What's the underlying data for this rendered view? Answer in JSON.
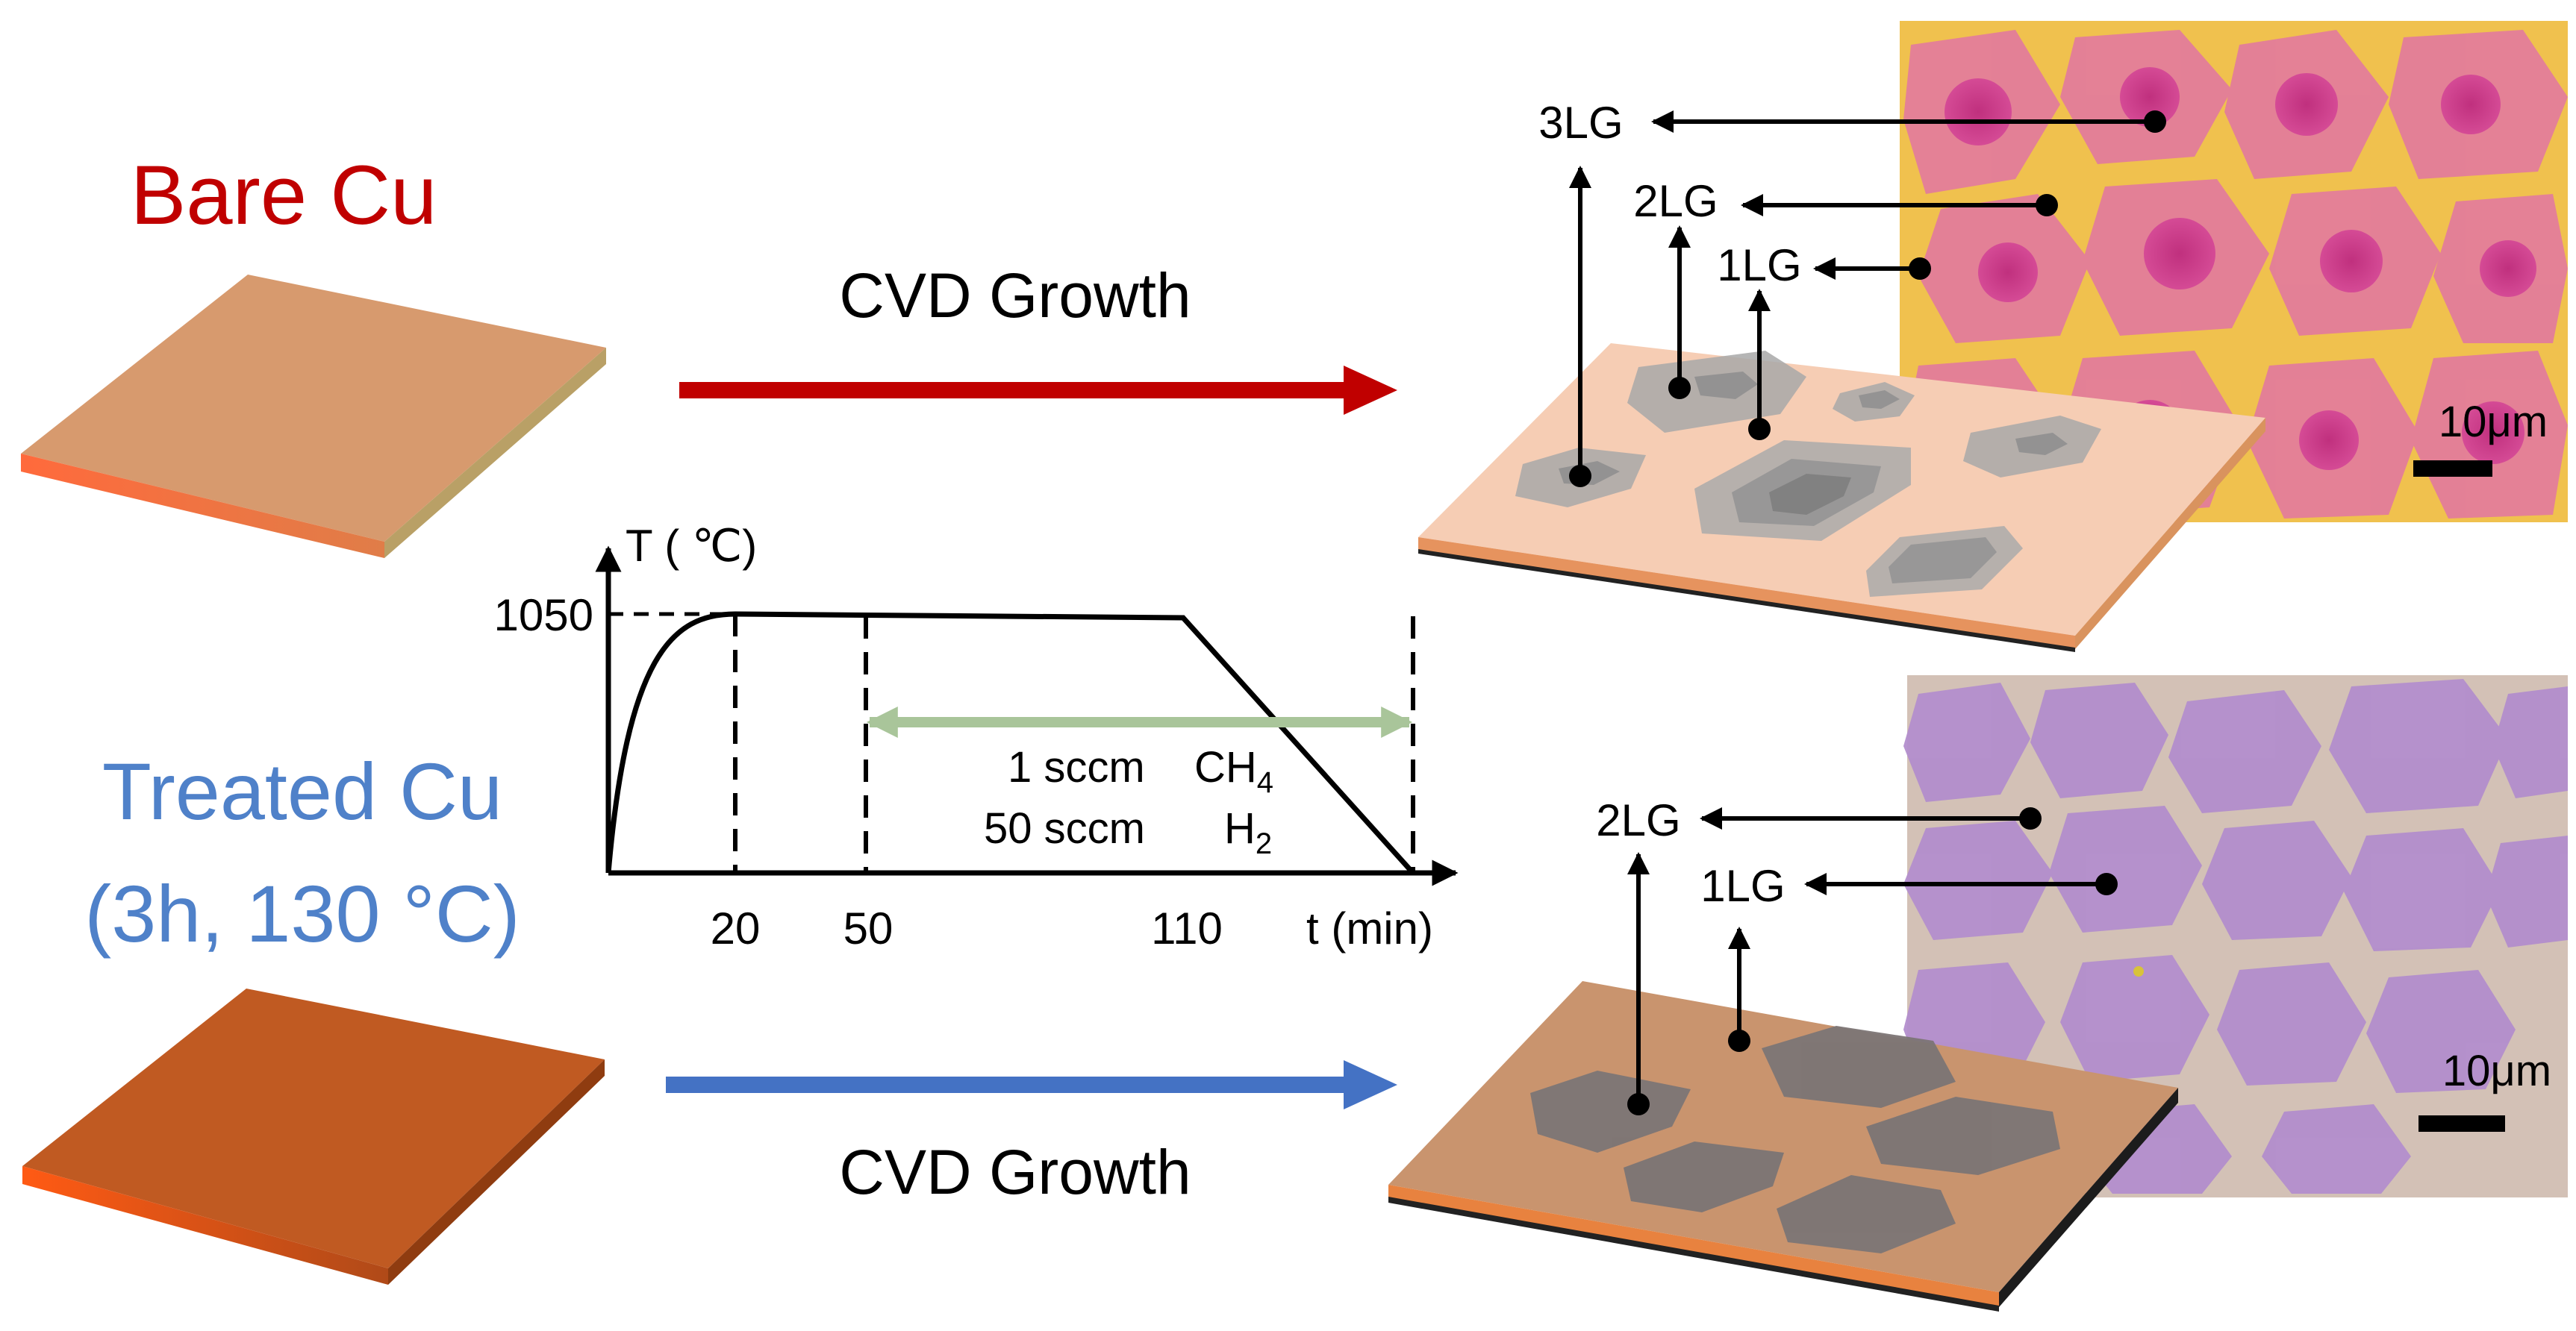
{
  "labels": {
    "bare_cu": "Bare Cu",
    "treated_cu": "Treated Cu",
    "treated_cu_cond": "(3h, 130 °C)",
    "cvd_top": "CVD Growth",
    "cvd_bottom": "CVD Growth"
  },
  "graph": {
    "y_axis_label": "T ( ℃)",
    "y_tick": "1050",
    "x_ticks": [
      "20",
      "50",
      "110"
    ],
    "x_axis_label": "t (min)",
    "gas_line1_a": "1  sccm",
    "gas_line1_b": "CH",
    "gas_line1_sub": "4",
    "gas_line2_a": "50 sccm",
    "gas_line2_b": "H",
    "gas_line2_sub": "2"
  },
  "top_layers": {
    "l3": "3LG",
    "l2": "2LG",
    "l1": "1LG"
  },
  "bottom_layers": {
    "l2": "2LG",
    "l1": "1LG"
  },
  "scale_bars": {
    "top": "10μm",
    "bottom": "10μm"
  },
  "colors": {
    "bare_red": "#c00000",
    "treated_blue": "#4f81c9",
    "arrow_red": "#c00000",
    "arrow_blue": "#4472c4",
    "gas_bar": "#a9c59a",
    "bare_copper": "#d79a6e",
    "treated_copper": "#c05a22"
  }
}
